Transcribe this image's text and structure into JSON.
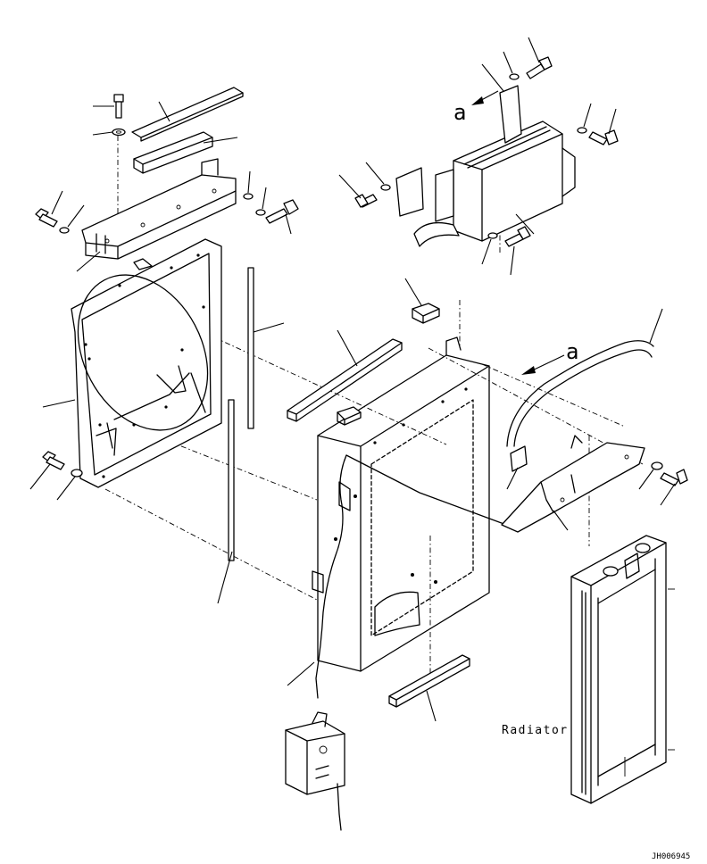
{
  "diagram": {
    "view_letter_top": "a",
    "view_letter_mid": "a",
    "radiator_label": "Radiator",
    "drawing_code": "JH006945"
  },
  "leaders": [
    {
      "name": "leader-top-bolt"
    },
    {
      "name": "leader-top-washer"
    },
    {
      "name": "leader-top-plate"
    },
    {
      "name": "leader-top-seal"
    },
    {
      "name": "leader-upper-bracket"
    },
    {
      "name": "leader-left-bolt"
    },
    {
      "name": "leader-left-washer"
    },
    {
      "name": "leader-right-washer-a"
    },
    {
      "name": "leader-right-washer-b"
    },
    {
      "name": "leader-right-bolt"
    },
    {
      "name": "leader-shroud"
    },
    {
      "name": "leader-lower-left-bolt"
    },
    {
      "name": "leader-lower-left-washer"
    },
    {
      "name": "leader-vertical-seal-right"
    },
    {
      "name": "leader-vertical-seal-left"
    },
    {
      "name": "leader-cooler-bracket-bolt"
    },
    {
      "name": "leader-cooler-bracket-washer"
    },
    {
      "name": "leader-cooler-bolt-a"
    },
    {
      "name": "leader-cooler-washer-a"
    },
    {
      "name": "leader-cooler-bracket"
    },
    {
      "name": "leader-cooler-bolt-b"
    },
    {
      "name": "leader-cooler-washer-b"
    },
    {
      "name": "leader-aftercooler"
    },
    {
      "name": "leader-cooler-washer-c"
    },
    {
      "name": "leader-cooler-bolt-c"
    },
    {
      "name": "leader-top-block"
    },
    {
      "name": "leader-frame-seal"
    },
    {
      "name": "leader-hose"
    },
    {
      "name": "leader-guard-washer"
    },
    {
      "name": "leader-guard-bolt"
    },
    {
      "name": "leader-clip"
    },
    {
      "name": "leader-guard"
    },
    {
      "name": "leader-pipe"
    },
    {
      "name": "leader-bottom-seal"
    }
  ]
}
